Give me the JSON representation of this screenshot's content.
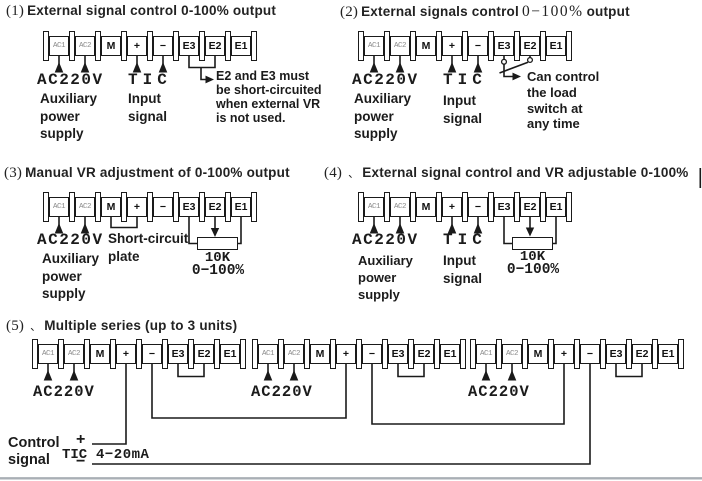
{
  "terminals": [
    {
      "label": "AC1",
      "style": "small"
    },
    {
      "label": "AC2",
      "style": "small"
    },
    {
      "label": "M",
      "style": "bold"
    },
    {
      "label": "+",
      "style": "bold"
    },
    {
      "label": "−",
      "style": "bold"
    },
    {
      "label": "E3",
      "style": "bold"
    },
    {
      "label": "E2",
      "style": "bold"
    },
    {
      "label": "E1",
      "style": "bold"
    }
  ],
  "colors": {
    "line": "#1a1a1a",
    "text": "#1b1b1b",
    "terminal_muted": "#8a8a8a",
    "bottom_border": "#a9afb5"
  },
  "sections": {
    "s1": {
      "num": "(1)",
      "title": "External signal control 0-100% output",
      "ac": "AC220V",
      "ac_label": "Auxiliary\npower\nsupply",
      "tic": "TIC",
      "tic_label": "Input\nsignal",
      "note": "E2 and E3 must\nbe short-circuited\nwhen external VR\nis not used."
    },
    "s2": {
      "num": "(2)",
      "title_pre": "External signals control",
      "title_serif": "0−100%",
      "title_post": "output",
      "ac": "AC220V",
      "ac_label": "Auxiliary\npower\nsupply",
      "tic": "TIC",
      "tic_label": "Input\nsignal",
      "note": "Can control\nthe load\nswitch at\nany time"
    },
    "s3": {
      "num": "(3)",
      "title": "Manual VR adjustment of 0-100% output",
      "ac": "AC220V",
      "ac_label": "Auxiliary\npower\nsupply",
      "short_label": "Short-circuit\nplate",
      "pot_value": "10K",
      "pot_range": "0−100%"
    },
    "s4": {
      "num": "(4)",
      "enum": "、",
      "title": "External signal control and VR adjustable 0-100%",
      "ac": "AC220V",
      "ac_label": "Auxiliary\npower\nsupply",
      "tic": "TIC",
      "tic_label": "Input\nsignal",
      "pot_value": "10K",
      "pot_range": "0−100%"
    },
    "s5": {
      "num": "(5)",
      "enum": "、",
      "title": "Multiple series (up to 3 units)",
      "unit1_ac": "AC220V",
      "unit2_ac": "AC220V",
      "unit3_ac": "AC220V",
      "control_label": "Control\nsignal",
      "plus": "+",
      "minus": "−",
      "tic": "TIC",
      "range": "4−20mA"
    }
  }
}
